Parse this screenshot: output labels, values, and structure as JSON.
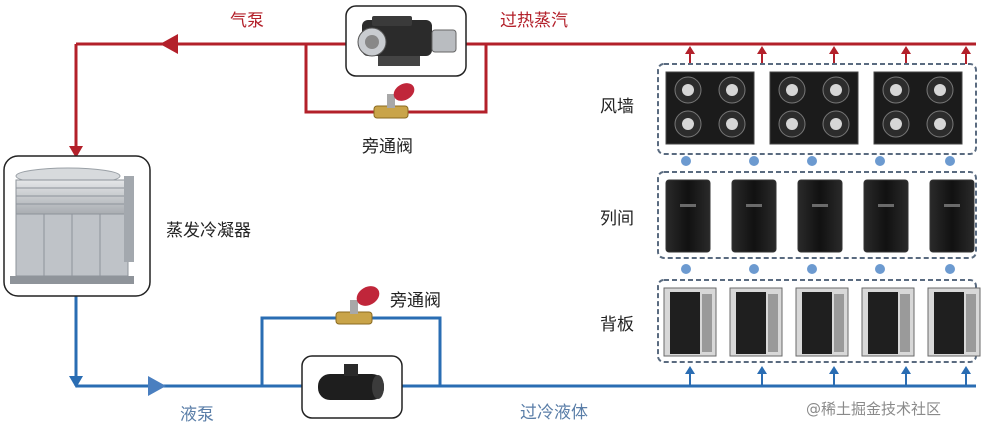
{
  "labels": {
    "gas_pump": "气泵",
    "superheated_vapor": "过热蒸汽",
    "bypass_valve_top": "旁通阀",
    "evaporative_condenser": "蒸发冷凝器",
    "bypass_valve_bottom": "旁通阀",
    "liquid_pump": "液泵",
    "subcooled_liquid": "过冷液体",
    "fan_wall": "风墙",
    "in_row": "列间",
    "back_panel": "背板",
    "watermark": "@稀土掘金技术社区"
  },
  "colors": {
    "vapor_line": "#b3202a",
    "liquid_line": "#2a6db3",
    "group_border": "#5a6b80",
    "node_dot": "#6c9ad0"
  },
  "counts": {
    "fan_wall_units": 3,
    "in_row_units": 5,
    "back_panel_units": 5
  }
}
